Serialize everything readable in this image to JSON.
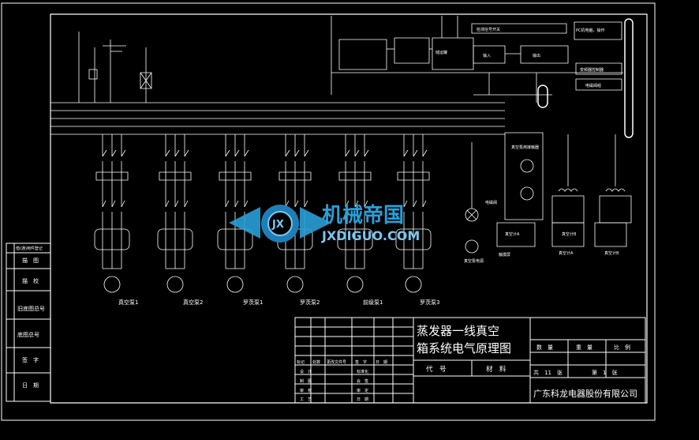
{
  "side_labels": [
    "借(通)用件登记",
    "描　图",
    "描　校",
    "旧底图总号",
    "底图总号",
    "签　字",
    "日　期"
  ],
  "title": {
    "line1": "蒸发器一线真空",
    "line2": "箱系统电气原理图",
    "company": "广东科龙电器股份有限公司",
    "code_label": "代　号",
    "material_label": "材　料",
    "mass_header": [
      "数　量",
      "重　量",
      "比　例"
    ],
    "sheet_info": [
      "共　11　张",
      "第　1　张"
    ]
  },
  "revision_table": {
    "headers": [
      "标记",
      "处数",
      "更改文件号",
      "签　字",
      "日　期"
    ],
    "rows": [
      [
        "设　计",
        "",
        "标准化",
        ""
      ],
      [
        "制　图",
        "",
        "会　签",
        ""
      ],
      [
        "审　核",
        "",
        "审　定",
        ""
      ],
      [
        "工　艺",
        "",
        "日　期",
        ""
      ]
    ]
  },
  "control_boxes": [
    "检测信号开关",
    "PC机电脑，操作",
    "储运罐",
    "输入",
    "输出",
    "变频器控制器",
    "电磁阀组"
  ],
  "right_labels": [
    "真空泵用接触器",
    "真空计A",
    "真空计B",
    "真空计A",
    "真空计B",
    "电磁阀",
    "触摸屏",
    "真空泵电源"
  ],
  "motor_labels": [
    "真空泵1",
    "真空泵2",
    "罗茨泵1",
    "罗茨泵2",
    "前级泵1",
    "罗茨泵3"
  ],
  "watermark": {
    "cn": "机械帝国",
    "en": "JXDIGUO.COM",
    "logo_letters": "JX"
  }
}
